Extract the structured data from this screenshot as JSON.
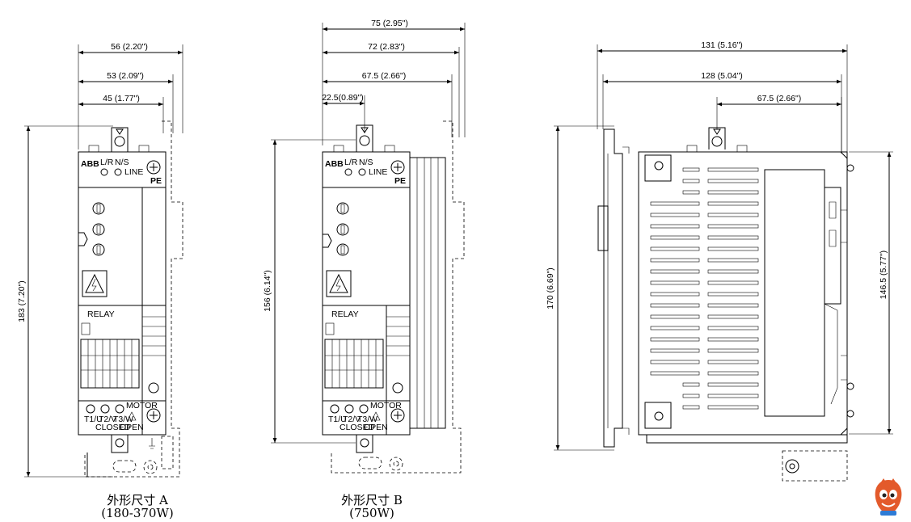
{
  "views": [
    {
      "id": "a",
      "dims": {
        "w1": "56 (2.20\")",
        "w2": "53 (2.09\")",
        "w3": "45 (1.77\")",
        "h": "183 (7.20\")"
      },
      "labels": {
        "brand": "ABB",
        "led1": "L/R",
        "led2": "N/S",
        "line": "LINE",
        "pe": "PE",
        "relay": "RELAY",
        "t1": "T1/U",
        "t2": "T2/V",
        "t3": "T3/W",
        "motor": "MOTOR",
        "closed": "CLOSED",
        "open": "OPEN"
      },
      "caption": {
        "line1": "外形尺寸 A",
        "line2": "(180-370W)"
      }
    },
    {
      "id": "b",
      "dims": {
        "w1": "75 (2.95\")",
        "w2": "72 (2.83\")",
        "w3": "67.5 (2.66\")",
        "w4": "22.5(0.89\")",
        "h": "156 (6.14\")"
      },
      "labels": {
        "brand": "ABB",
        "led1": "L/R",
        "led2": "N/S",
        "line": "LINE",
        "pe": "PE",
        "relay": "RELAY",
        "t1": "T1/U",
        "t2": "T2/V",
        "t3": "T3/W",
        "motor": "MOTOR",
        "closed": "CLOSED",
        "open": "OPEN"
      },
      "caption": {
        "line1": "外形尺寸 B",
        "line2": "(750W)"
      }
    },
    {
      "id": "side",
      "dims": {
        "w1": "131 (5.16\")",
        "w2": "128 (5.04\")",
        "w3": "67.5 (2.66\")",
        "h1": "170 (6.69\")",
        "h2": "146.5 (5.77\")"
      }
    }
  ],
  "watermark_icon": "mascot-logo-icon"
}
